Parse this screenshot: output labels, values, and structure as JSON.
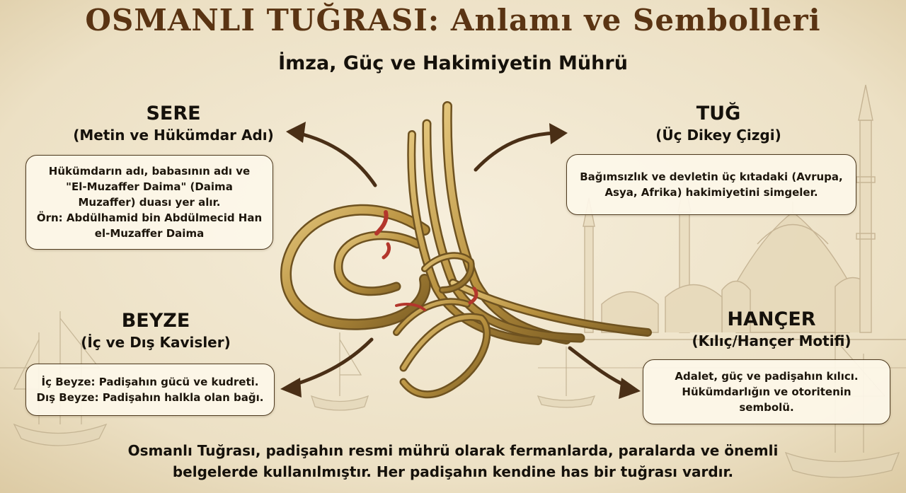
{
  "header": {
    "title": "OSMANLI TUĞRASI: Anlamı ve Sembolleri",
    "subtitle": "İmza, Güç ve Hakimiyetin Mührü"
  },
  "sections": {
    "sere": {
      "heading": "SERE",
      "subheading": "(Metin ve Hükümdar Adı)",
      "description": [
        "Hükümdarın adı, babasının adı ve",
        "\"El-Muzaffer Daima\" (Daima",
        "Muzaffer) duası yer alır.",
        "Örn: Abdülhamid bin Abdülmecid Han",
        "el-Muzaffer Daima"
      ]
    },
    "tug": {
      "heading": "TUĞ",
      "subheading": "(Üç Dikey Çizgi)",
      "description": [
        "Bağımsızlık ve devletin üç kıtadaki (Avrupa,",
        "Asya, Afrika) hakimiyetini simgeler."
      ]
    },
    "beyze": {
      "heading": "BEYZE",
      "subheading": "(İç ve Dış Kavisler)",
      "description": [
        "İç Beyze: Padişahın gücü ve kudreti.",
        "Dış Beyze: Padişahın halkla olan bağı."
      ]
    },
    "hancer": {
      "heading": "HANÇER",
      "subheading": "(Kılıç/Hançer Motifi)",
      "description": [
        "Adalet, güç ve padişahın kılıcı.",
        "Hükümdarlığın ve otoritenin",
        "sembolü."
      ]
    }
  },
  "footer": {
    "lines": [
      "Osmanlı Tuğrası, padişahın resmi mührü olarak fermanlarda, paralarda ve önemli",
      "belgelerde kullanılmıştır. Her padişahın kendine has bir tuğrası vardır."
    ]
  },
  "colors": {
    "background": "#efe4cc",
    "title": "#5a3413",
    "gold": "#b8913f",
    "gold_dark": "#6e5220",
    "accent_red": "#b3362c",
    "arrow": "#4a2f16"
  },
  "icons": {
    "tughra": "tughra-calligraphy-icon",
    "arrows": "curved-arrow-icon",
    "skyline": "istanbul-skyline-icon"
  }
}
